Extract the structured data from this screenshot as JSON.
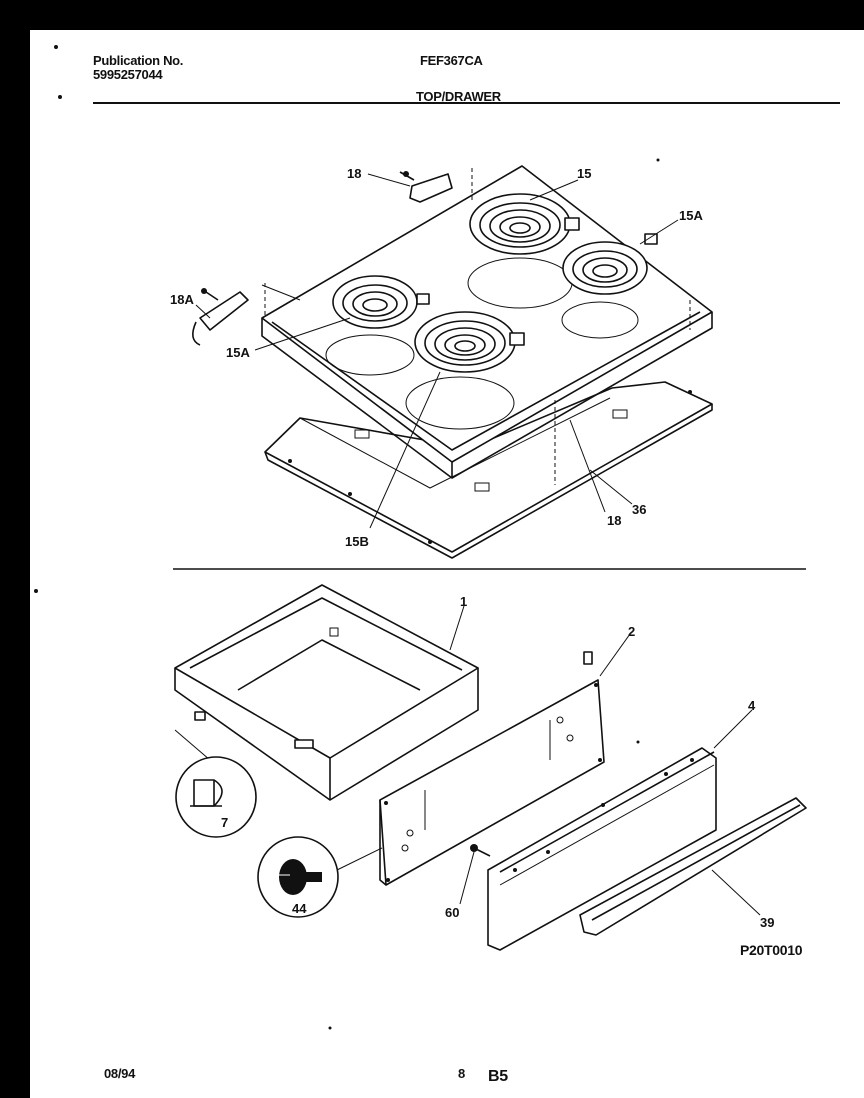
{
  "header": {
    "publication_label": "Publication No.",
    "publication_number": "5995257044",
    "model": "FEF367CA",
    "section_title": "TOP/DRAWER"
  },
  "callouts": {
    "c18_top": "18",
    "c15": "15",
    "c15a_right": "15A",
    "c18a": "18A",
    "c15a_left": "15A",
    "c15b": "15B",
    "c18_bottom": "18",
    "c36": "36",
    "c1": "1",
    "c2": "2",
    "c4": "4",
    "c7": "7",
    "c44": "44",
    "c60": "60",
    "c39": "39"
  },
  "figure_code": "P20T0010",
  "footer": {
    "date": "08/94",
    "page_number": "8",
    "page_code": "B5"
  }
}
